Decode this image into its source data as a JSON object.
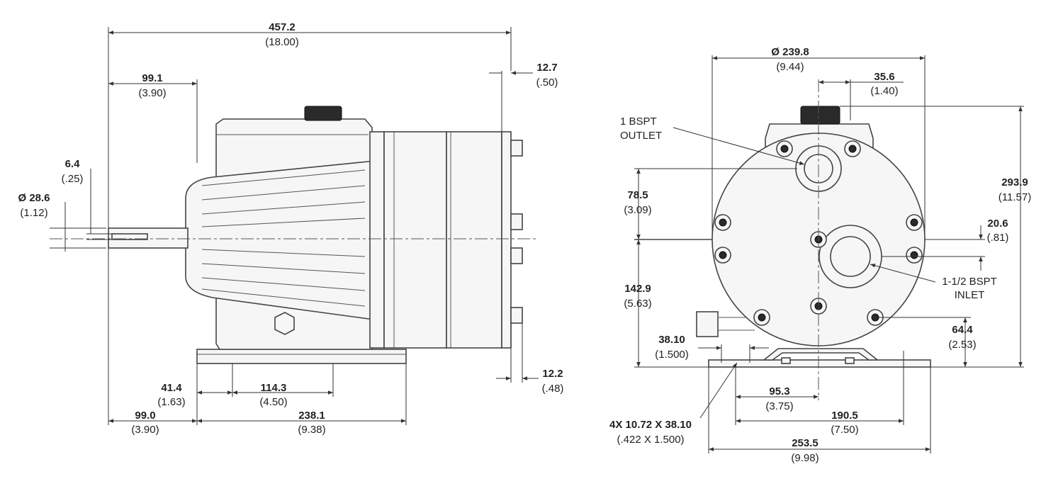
{
  "side_view": {
    "overall_length": {
      "mm": "457.2",
      "in": "(18.00)"
    },
    "shaft_to_housing": {
      "mm": "99.1",
      "in": "(3.90)"
    },
    "keyway": {
      "mm": "6.4",
      "in": "(.25)"
    },
    "shaft_diameter": {
      "mm": "Ø 28.6",
      "in": "(1.12)"
    },
    "flange_thickness": {
      "mm": "12.7",
      "in": "(.50)"
    },
    "rear_offset": {
      "mm": "12.2",
      "in": "(.48)"
    },
    "base_offset": {
      "mm": "41.4",
      "in": "(1.63)"
    },
    "base_hole_spacing": {
      "mm": "114.3",
      "in": "(4.50)"
    },
    "shaft_to_base": {
      "mm": "99.0",
      "in": "(3.90)"
    },
    "base_length": {
      "mm": "238.1",
      "in": "(9.38)"
    }
  },
  "front_view": {
    "body_diameter": {
      "mm": "Ø 239.8",
      "in": "(9.44)"
    },
    "outlet_offset": {
      "mm": "35.6",
      "in": "(1.40)"
    },
    "outlet_label": {
      "line1": "1 BSPT",
      "line2": "OUTLET"
    },
    "outlet_height": {
      "mm": "78.5",
      "in": "(3.09)"
    },
    "overall_height": {
      "mm": "293.9",
      "in": "(11.57)"
    },
    "inlet_offset": {
      "mm": "20.6",
      "in": "(.81)"
    },
    "inlet_label": {
      "line1": "1-1/2 BSPT",
      "line2": "INLET"
    },
    "shaft_height": {
      "mm": "142.9",
      "in": "(5.63)"
    },
    "base_height": {
      "mm": "64.4",
      "in": "(2.53)"
    },
    "slot_length": {
      "mm": "38.10",
      "in": "(1.500)"
    },
    "slot_spec": {
      "mm": "4X 10.72 X 38.10",
      "in": "(.422 X 1.500)"
    },
    "slot_to_center": {
      "mm": "95.3",
      "in": "(3.75)"
    },
    "slot_spacing": {
      "mm": "190.5",
      "in": "(7.50)"
    },
    "base_width": {
      "mm": "253.5",
      "in": "(9.98)"
    }
  }
}
